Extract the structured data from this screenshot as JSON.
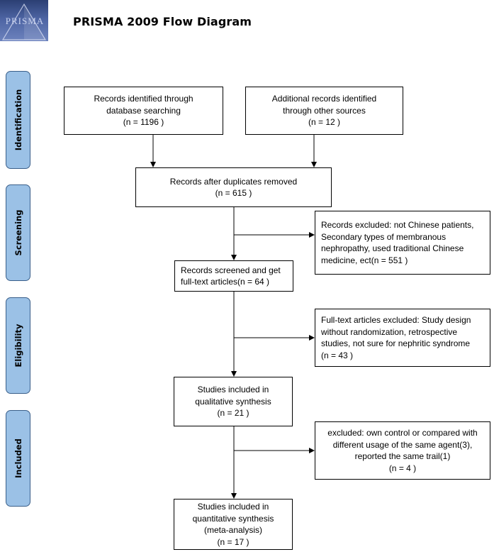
{
  "logo_text": "PRISMA",
  "title": "PRISMA 2009 Flow Diagram",
  "stages": {
    "identification": "Identification",
    "screening": "Screening",
    "eligibility": "Eligibility",
    "included": "Included"
  },
  "boxes": {
    "db_search": "Records identified through\ndatabase searching\n(n = 1196  )",
    "other_sources": "Additional records identified\nthrough other sources\n(n = 12  )",
    "after_duplicates": "Records after duplicates removed\n(n = 615  )",
    "excluded_1": "Records excluded: not Chinese patients,\nSecondary types of membranous\nnephropathy, used traditional Chinese\nmedicine, ect(n = 551  )",
    "screened": "Records screened and get\nfull-text articles(n = 64  )",
    "excluded_2": "Full-text articles excluded: Study design\nwithout randomization, retrospective\nstudies, not sure for nephritic syndrome\n(n = 43  )",
    "qualitative": "Studies included in\nqualitative synthesis\n(n = 21  )",
    "excluded_3": "excluded: own control or compared with\ndifferent usage of the same agent(3),\nreported the same trail(1)\n(n = 4  )",
    "quantitative": "Studies included in\nquantitative synthesis\n(meta-analysis)\n(n = 17  )"
  }
}
